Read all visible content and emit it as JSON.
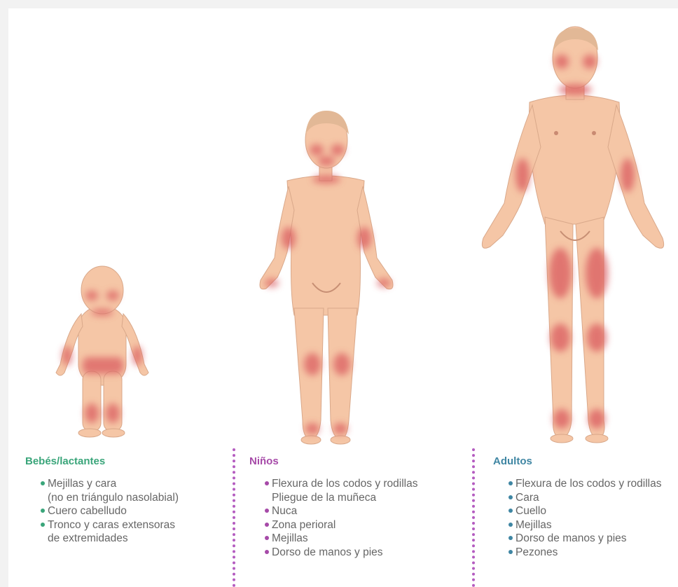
{
  "colors": {
    "infant": "#3aa57a",
    "child": "#a64aa8",
    "adult": "#3f86a3",
    "skin": "#f5c6a6",
    "lesion": "#d9575c",
    "hair": "#e2b896"
  },
  "groups": [
    {
      "title": "Bebés/lactantes",
      "items": [
        {
          "lines": [
            "Mejillas y cara",
            "(no en triángulo nasolabial)"
          ]
        },
        {
          "lines": [
            "Cuero cabelludo"
          ]
        },
        {
          "lines": [
            "Tronco y caras extensoras",
            "de extremidades"
          ]
        }
      ]
    },
    {
      "title": "Niños",
      "items": [
        {
          "lines": [
            "Flexura de los codos y rodillas",
            "Pliegue de la muñeca"
          ]
        },
        {
          "lines": [
            "Nuca"
          ]
        },
        {
          "lines": [
            "Zona perioral"
          ]
        },
        {
          "lines": [
            "Mejillas"
          ]
        },
        {
          "lines": [
            "Dorso de manos y pies"
          ]
        }
      ]
    },
    {
      "title": "Adultos",
      "items": [
        {
          "lines": [
            "Flexura de los codos y rodillas"
          ]
        },
        {
          "lines": [
            "Cara"
          ]
        },
        {
          "lines": [
            "Cuello"
          ]
        },
        {
          "lines": [
            "Mejillas"
          ]
        },
        {
          "lines": [
            "Dorso de manos y pies"
          ]
        },
        {
          "lines": [
            "Pezones"
          ]
        }
      ]
    }
  ]
}
